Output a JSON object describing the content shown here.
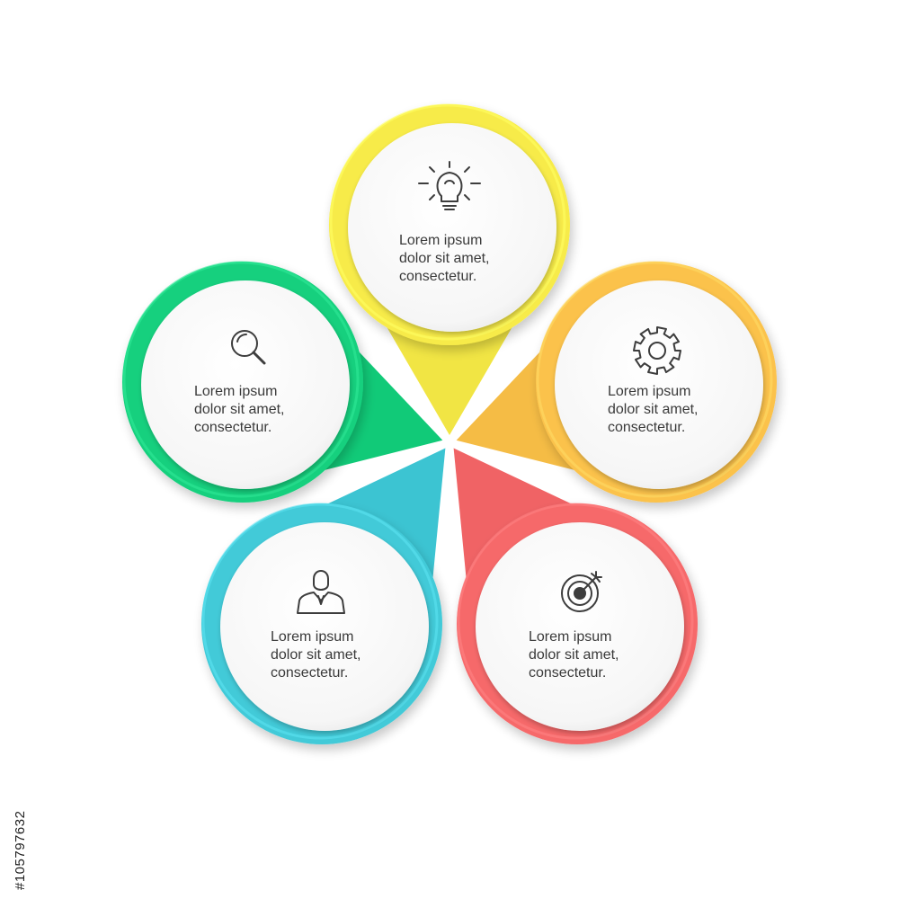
{
  "nodes": [
    {
      "id": "top",
      "color": "#F7EB4A",
      "icon": "lightbulb-icon",
      "lines": [
        "Lorem ipsum",
        "dolor sit amet,",
        "consectetur."
      ]
    },
    {
      "id": "right",
      "color": "#FBC24B",
      "icon": "gear-icon",
      "lines": [
        "Lorem ipsum",
        "dolor sit amet,",
        "consectetur."
      ]
    },
    {
      "id": "bottom-right",
      "color": "#F6696B",
      "icon": "target-icon",
      "lines": [
        "Lorem ipsum",
        "dolor sit amet,",
        "consectetur."
      ]
    },
    {
      "id": "bottom-left",
      "color": "#42CAD8",
      "icon": "person-icon",
      "lines": [
        "Lorem ipsum",
        "dolor sit amet,",
        "consectetur."
      ]
    },
    {
      "id": "left",
      "color": "#17D07E",
      "icon": "search-icon",
      "lines": [
        "Lorem ipsum",
        "dolor sit amet,",
        "consectetur."
      ]
    }
  ],
  "watermark": {
    "stock_id": "#105797632"
  }
}
